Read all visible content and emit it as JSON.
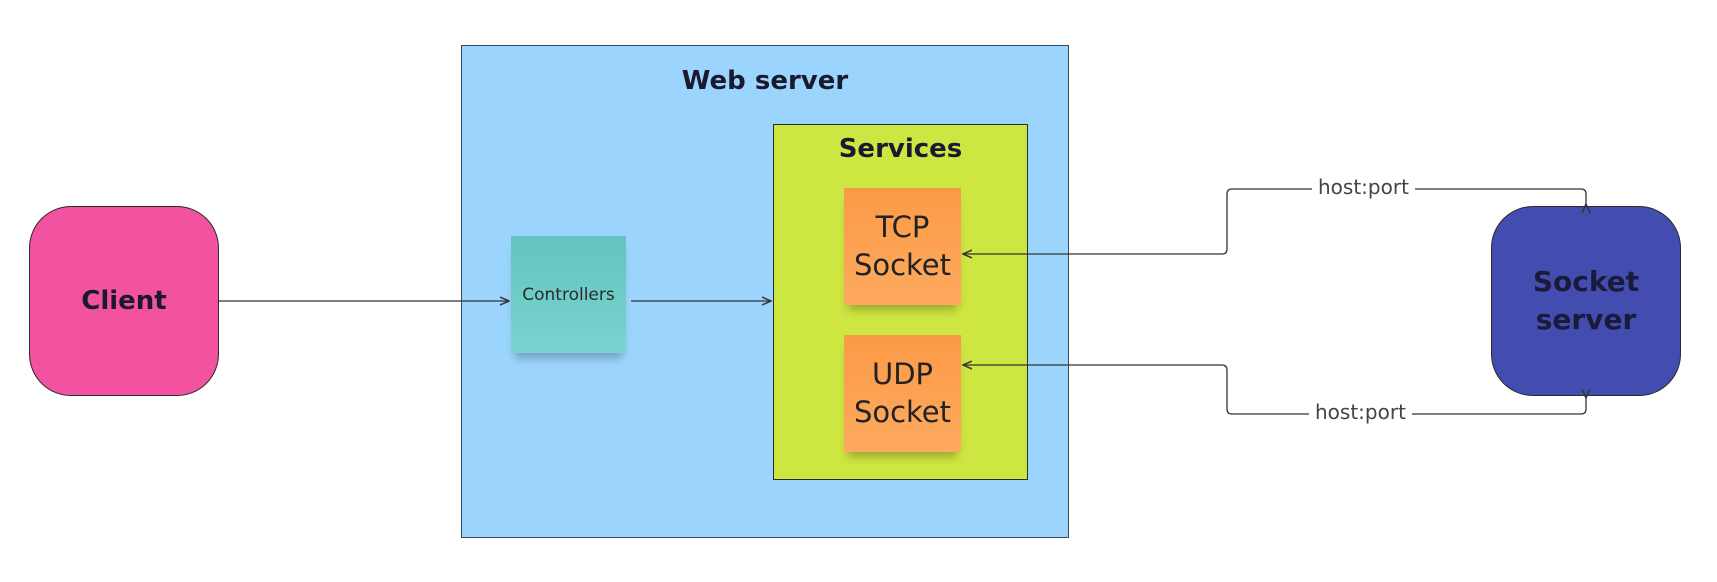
{
  "nodes": {
    "client": "Client",
    "web_server": "Web server",
    "services": "Services",
    "controllers": "Controllers",
    "tcp_socket": [
      "TCP",
      "Socket"
    ],
    "udp_socket": [
      "UDP",
      "Socket"
    ],
    "socket_server": [
      "Socket",
      "server"
    ]
  },
  "edges": {
    "tcp_label": "host:port",
    "udp_label": "host:port"
  },
  "colors": {
    "client": "#f252a0",
    "web_server": "#9bd4fd",
    "services": "#cde641",
    "controllers": "#63c4c0",
    "socket_sticky": "#fb9a45",
    "socket_server": "#424daf"
  }
}
